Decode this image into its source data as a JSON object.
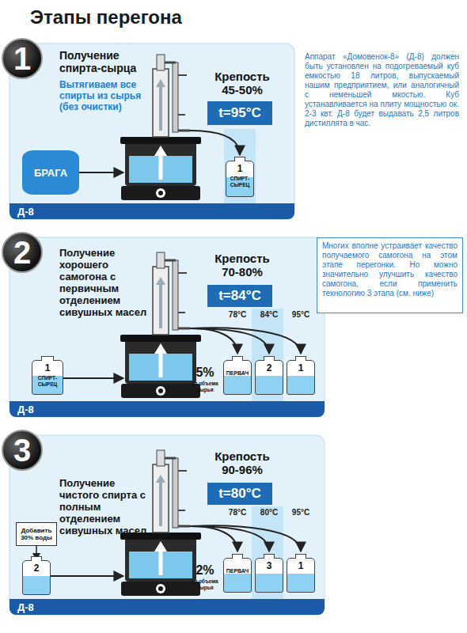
{
  "diagram": {
    "title": "Этапы перегона",
    "nodes": [
      {
        "text": [
          "1"
        ]
      },
      {
        "text": [
          "Получение спирта-сырца",
          "Вытягиваем все спирты из сырья (без очистки)",
          "Крепость 45-50%"
        ]
      },
      {
        "text": [
          "t=95°C"
        ],
        "in": 1
      },
      {
        "text": [
          "БРАГА"
        ],
        "in": 1
      },
      {
        "text": [
          "1",
          "СПИРТ-СЫРЕЦ"
        ],
        "in": 1
      },
      {
        "text": [
          "Д-8"
        ],
        "in": 1
      },
      {
        "text": [
          "2"
        ]
      },
      {
        "text": [
          "Получение хорошего самогона с первичным отделением сивушных масел",
          "Крепость 70-80%"
        ]
      },
      {
        "text": [
          "t=84°C"
        ],
        "in": 7
      },
      {
        "text": [
          "1",
          "СПИРТ-СЫРЕЦ"
        ],
        "in": 7
      },
      {
        "text": [
          "ПЕРВАЧ"
        ],
        "in": 7
      },
      {
        "text": [
          "2"
        ],
        "in": 7
      },
      {
        "text": [
          "1"
        ],
        "in": 7
      },
      {
        "text": [
          "Д-8"
        ],
        "in": 7
      },
      {
        "text": [
          "Многих вполне устраивает качество получаемого самогона на этом этапе перегонки. Но можно значительно улучшить качество самогона, если применить технологию 3 этапа (см. ниже)"
        ]
      },
      {
        "text": [
          "3"
        ]
      },
      {
        "text": [
          "Получение чистого спирта с полным отделением сивушных масел",
          "Крепость 90-96%"
        ]
      },
      {
        "text": [
          "t=80°C"
        ],
        "in": 16
      },
      {
        "text": [
          "Добавить 30% воды"
        ],
        "in": 16
      },
      {
        "text": [
          "2"
        ],
        "in": 16
      },
      {
        "text": [
          "ПЕРВАЧ"
        ],
        "in": 16
      },
      {
        "text": [
          "3"
        ],
        "in": 16
      },
      {
        "text": [
          "1"
        ],
        "in": 16
      },
      {
        "text": [
          "Д-8"
        ],
        "in": 16
      }
    ],
    "edges": [
      {
        "from": 18,
        "to": 19,
        "arrow": "to"
      }
    ],
    "labels": [
      "Аппарат «Домовенок-8» (Д-8) должен быть установлен на подогреваемый куб емкостью 18 литров, выпускаемый нашим предприятием, или аналогичный с неменьшей мкостью. Куб устанавливается на плиту мощностью ок. 2-3 квт. Д-8 будет выдавать 2,5 литров дистиллята в час.",
      "78°C",
      "84°C",
      "95°C",
      "5%",
      "от объема сырья",
      "78°C",
      "80°C",
      "95°C",
      "2%",
      "от объема сырья"
    ]
  }
}
